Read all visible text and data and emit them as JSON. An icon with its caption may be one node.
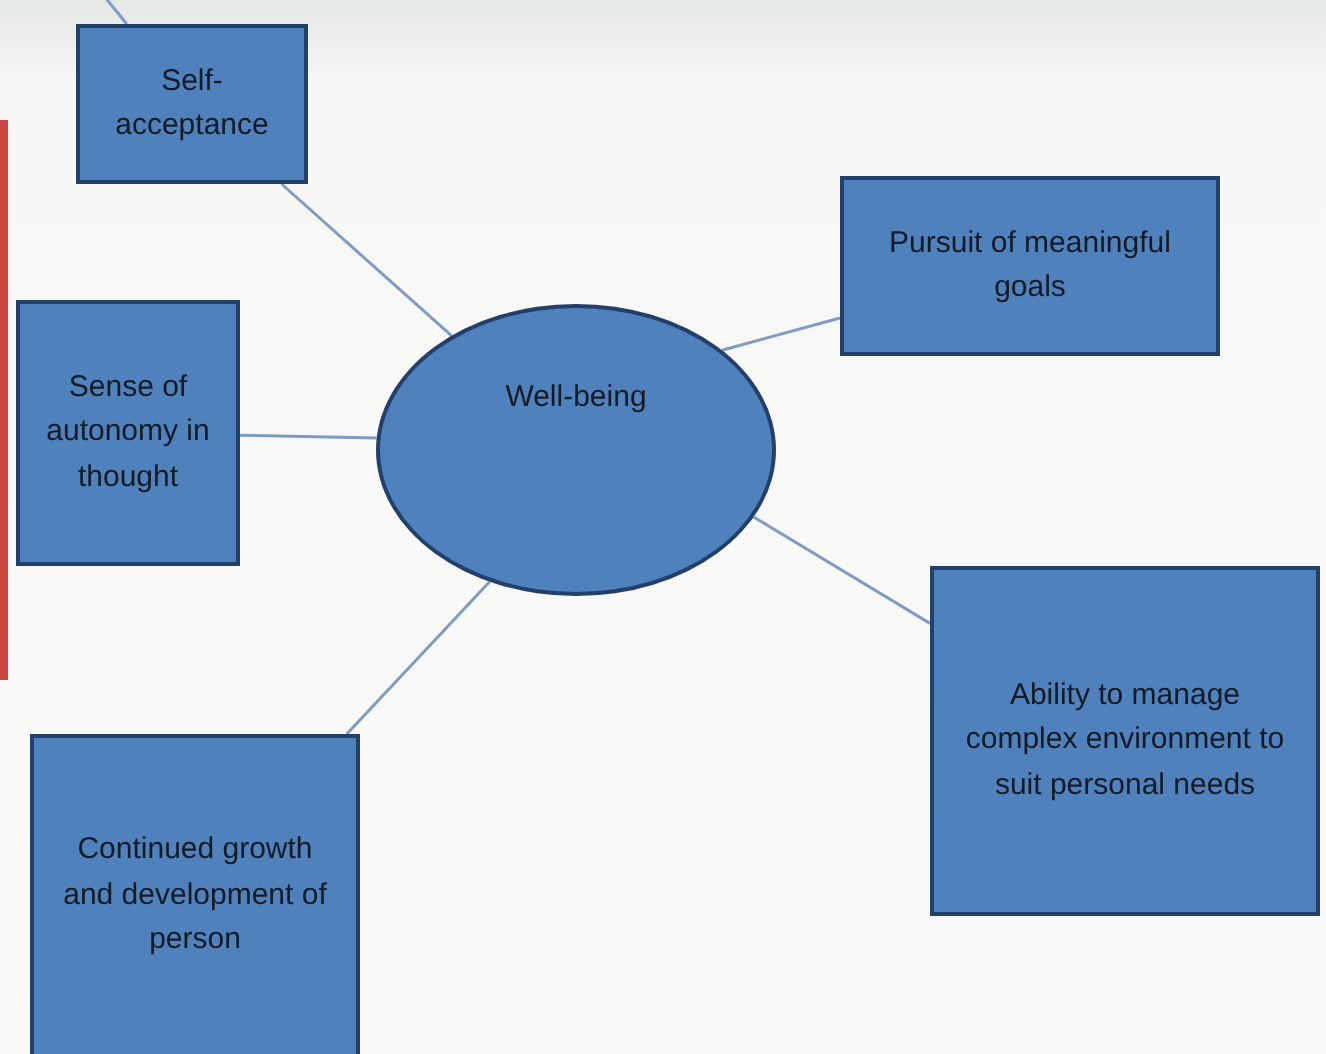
{
  "diagram": {
    "nodes": [
      {
        "text": [
          "Self-acceptance"
        ]
      },
      {
        "text": [
          "Pursuit of meaningful goals"
        ]
      },
      {
        "text": [
          "Sense of autonomy in thought"
        ]
      },
      {
        "text": [
          "Well-being"
        ]
      },
      {
        "text": [
          "Ability to manage complex environment to suit personal needs"
        ]
      },
      {
        "text": [
          "Continued growth and development of person"
        ]
      }
    ],
    "edges": [
      {
        "from": null,
        "to": 0,
        "arrow": "none"
      },
      {
        "from": 3,
        "to": 0,
        "arrow": "none"
      },
      {
        "from": 3,
        "to": 1,
        "arrow": "none"
      },
      {
        "from": 3,
        "to": 2,
        "arrow": "none"
      },
      {
        "from": 3,
        "to": 4,
        "arrow": "none"
      },
      {
        "from": 3,
        "to": 5,
        "arrow": "none"
      }
    ]
  }
}
